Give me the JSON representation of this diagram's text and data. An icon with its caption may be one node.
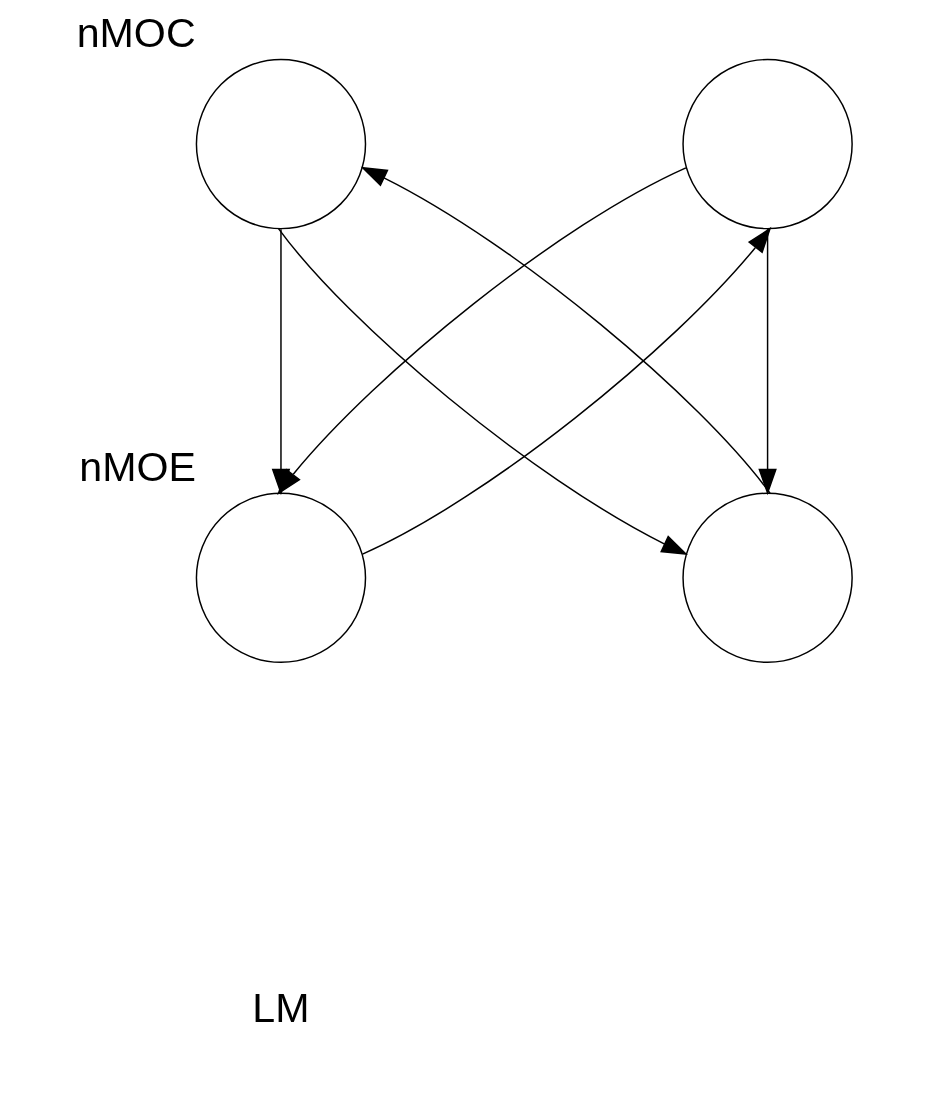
{
  "diagram": {
    "nodes": [
      {
        "text": [],
        "shape": "circle",
        "beside": [
          "nMOC"
        ]
      },
      {
        "text": [],
        "shape": "circle"
      },
      {
        "text": [],
        "shape": "circle",
        "beside": [
          "nMOE"
        ]
      },
      {
        "text": [],
        "shape": "circle"
      }
    ],
    "edges": [
      {
        "from": 0,
        "to": 2,
        "arrow": "to"
      },
      {
        "from": 1,
        "to": 3,
        "arrow": "to"
      },
      {
        "from": 2,
        "to": 1,
        "arrow": "to"
      },
      {
        "from": 1,
        "to": 2,
        "arrow": "to"
      },
      {
        "from": 0,
        "to": 3,
        "arrow": "to"
      },
      {
        "from": 3,
        "to": 0,
        "arrow": "to"
      }
    ],
    "labels": [
      "LM"
    ]
  }
}
